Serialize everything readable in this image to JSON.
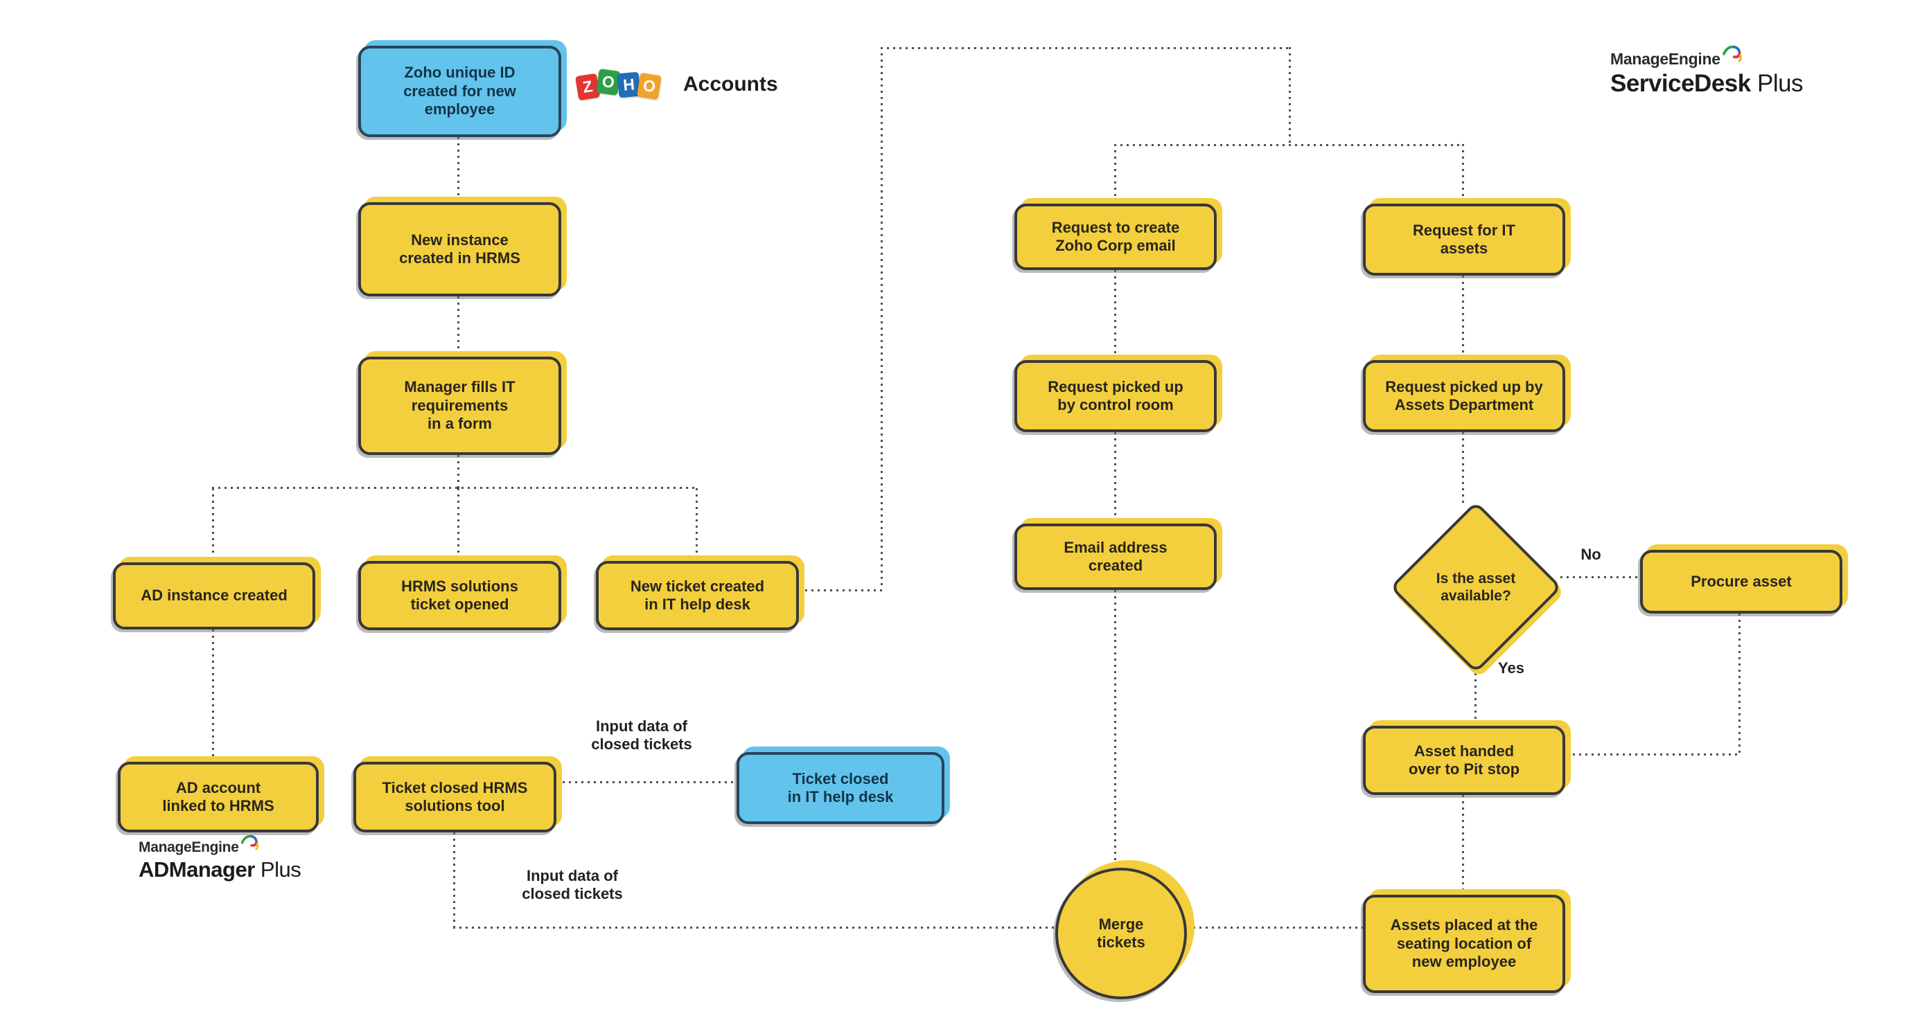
{
  "nodes": {
    "zoho_id": "Zoho unique ID\ncreated for new\nemployee",
    "new_instance": "New instance\ncreated in HRMS",
    "manager_form": "Manager fills IT\nrequirements\nin a form",
    "ad_instance": "AD instance created",
    "hrms_ticket": "HRMS solutions\nticket opened",
    "new_ticket": "New ticket created\nin IT help desk",
    "ad_account": "AD account\nlinked to HRMS",
    "ticket_closed_hrms": "Ticket closed HRMS\nsolutions tool",
    "ticket_closed_it": "Ticket closed\nin IT help desk",
    "request_email": "Request to create\nZoho Corp email",
    "request_control": "Request picked up\nby control room",
    "email_created": "Email address\ncreated",
    "request_assets": "Request for IT\nassets",
    "request_assets_dept": "Request picked up by\nAssets Department",
    "asset_available": "Is the asset\navailable?",
    "procure_asset": "Procure asset",
    "asset_pitstop": "Asset handed\nover to Pit stop",
    "assets_placed": "Assets placed at the\nseating location of\nnew employee",
    "merge_tickets": "Merge\ntickets"
  },
  "edge_labels": {
    "input_data_top": "Input data of\nclosed tickets",
    "input_data_bottom": "Input data of\nclosed tickets",
    "no": "No",
    "yes": "Yes"
  },
  "branding": {
    "zoho": {
      "tiles": [
        {
          "letter": "Z",
          "color": "#E5342F"
        },
        {
          "letter": "O",
          "color": "#2E9E49"
        },
        {
          "letter": "H",
          "color": "#226DB4"
        },
        {
          "letter": "O",
          "color": "#F0A32A"
        }
      ],
      "label": "Accounts"
    },
    "servicedesk_plus": {
      "company": "ManageEngine",
      "product": "ServiceDesk",
      "edition": "Plus"
    },
    "admanager_plus": {
      "company": "ManageEngine",
      "product": "ADManager",
      "edition": "Plus"
    }
  },
  "colors": {
    "process_fill": "#F3CF3E",
    "alt_fill": "#62C4EC",
    "outline": "#383838",
    "connector_dots": "#4f4f4f",
    "background": "#ffffff"
  }
}
